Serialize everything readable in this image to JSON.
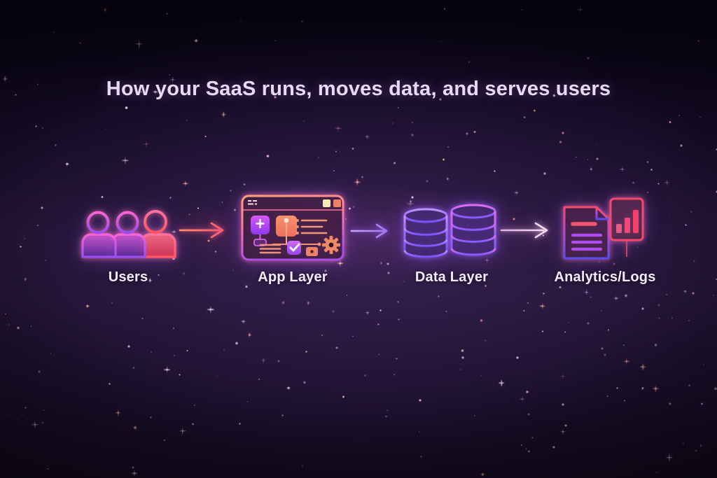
{
  "title": "How your SaaS runs, moves data, and serves users",
  "flow": {
    "nodes": [
      {
        "id": "users",
        "label": "Users",
        "icon": "users-group-icon"
      },
      {
        "id": "app-layer",
        "label": "App Layer",
        "icon": "app-window-icon"
      },
      {
        "id": "data-layer",
        "label": "Data Layer",
        "icon": "database-stack-icon"
      },
      {
        "id": "analytics-logs",
        "label": "Analytics/Logs",
        "icon": "analytics-document-icon"
      }
    ],
    "connections": [
      {
        "from": "users",
        "to": "app-layer",
        "arrow": "right"
      },
      {
        "from": "app-layer",
        "to": "data-layer",
        "arrow": "right"
      },
      {
        "from": "data-layer",
        "to": "analytics-logs",
        "arrow": "right"
      }
    ]
  },
  "colors": {
    "background": "#150b22",
    "title_text": "#e9d9f3",
    "label_text": "#f2ebf8",
    "neon_pink": "#ff5a78",
    "neon_orange": "#ff8a5e",
    "neon_purple": "#b04cf0",
    "neon_violet": "#7b5cff"
  }
}
